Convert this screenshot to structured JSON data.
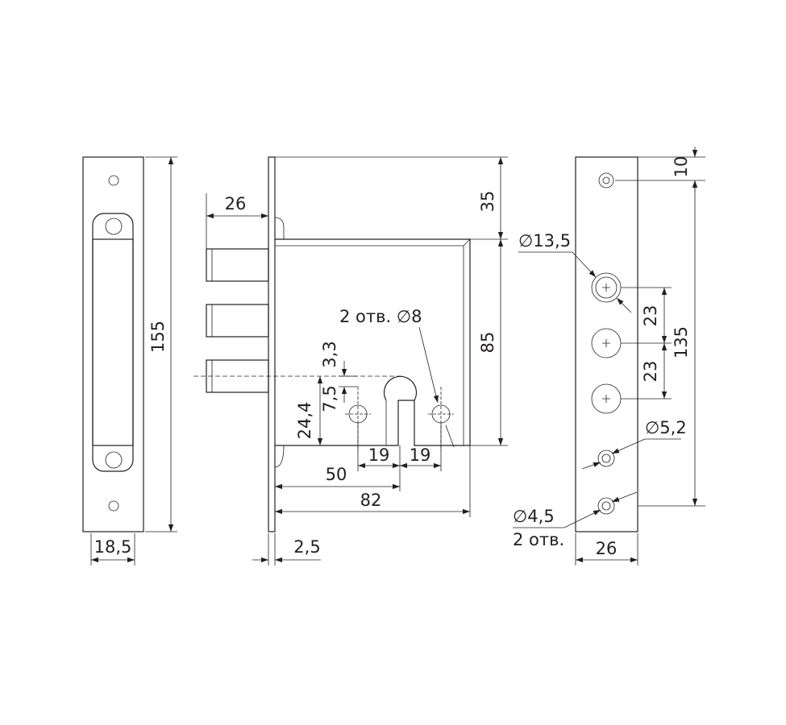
{
  "dimensions": {
    "side_height": "155",
    "side_width": "18,5",
    "bolt_projection": "26",
    "top_offset": "35",
    "case_height": "85",
    "holes_label": "2 отв. ∅8",
    "dim_3_3": "3,3",
    "dim_7_5": "7,5",
    "dim_24_4": "24,4",
    "dim_19_left": "19",
    "dim_19_right": "19",
    "backset": "50",
    "case_width": "82",
    "plate_thickness": "2,5",
    "faceplate_top": "10",
    "bolt_diameter": "∅13,5",
    "bolt_spacing_1": "23",
    "bolt_spacing_2": "23",
    "mount_span": "135",
    "hole_diameter_top": "∅5,2",
    "hole_diameter_bottom": "∅4,5",
    "hole_count": "2 отв.",
    "faceplate_width": "26"
  },
  "colors": {
    "line": "#231f20",
    "background": "#ffffff"
  }
}
